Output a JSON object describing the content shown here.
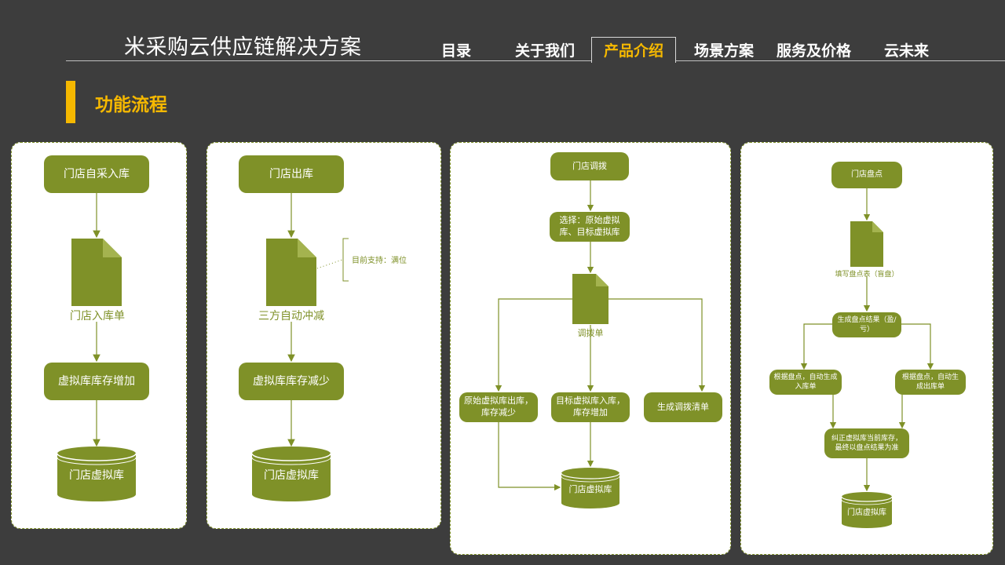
{
  "header": {
    "title": "米采购云供应链解决方案",
    "nav": [
      {
        "label": "目录"
      },
      {
        "label": "关于我们"
      },
      {
        "label": "产品介绍",
        "active": true
      },
      {
        "label": "场景方案"
      },
      {
        "label": "服务及价格"
      },
      {
        "label": "云未来"
      }
    ]
  },
  "section": {
    "title": "功能流程"
  },
  "colors": {
    "background": "#3d3d3d",
    "accent": "#f5b800",
    "node": "#7f9128",
    "panel": "#ffffff"
  },
  "panel1": {
    "start": "门店自采入库",
    "doc": "门店入库单",
    "process": "虚拟库库存增加",
    "store": "门店虚拟库"
  },
  "panel2": {
    "start": "门店出库",
    "doc": "三方自动冲减",
    "note": "目前支持：满位",
    "process": "虚拟库库存减少",
    "store": "门店虚拟库"
  },
  "panel3": {
    "start": "门店调拨",
    "select": "选择：原始虚拟库、目标虚拟库",
    "doc": "调拨单",
    "left": "原始虚拟库出库，库存减少",
    "middle": "目标虚拟库入库，库存增加",
    "right": "生成调拨清单",
    "store": "门店虚拟库"
  },
  "panel4": {
    "start": "门店盘点",
    "doc": "填写盘点表（盲盘）",
    "result": "生成盘点结果（盈/亏）",
    "left": "根据盘点，自动生成入库单",
    "right": "根据盘点，自动生成出库单",
    "correct": "纠正虚拟库当前库存，最终以盘点结果为准",
    "store": "门店虚拟库"
  }
}
